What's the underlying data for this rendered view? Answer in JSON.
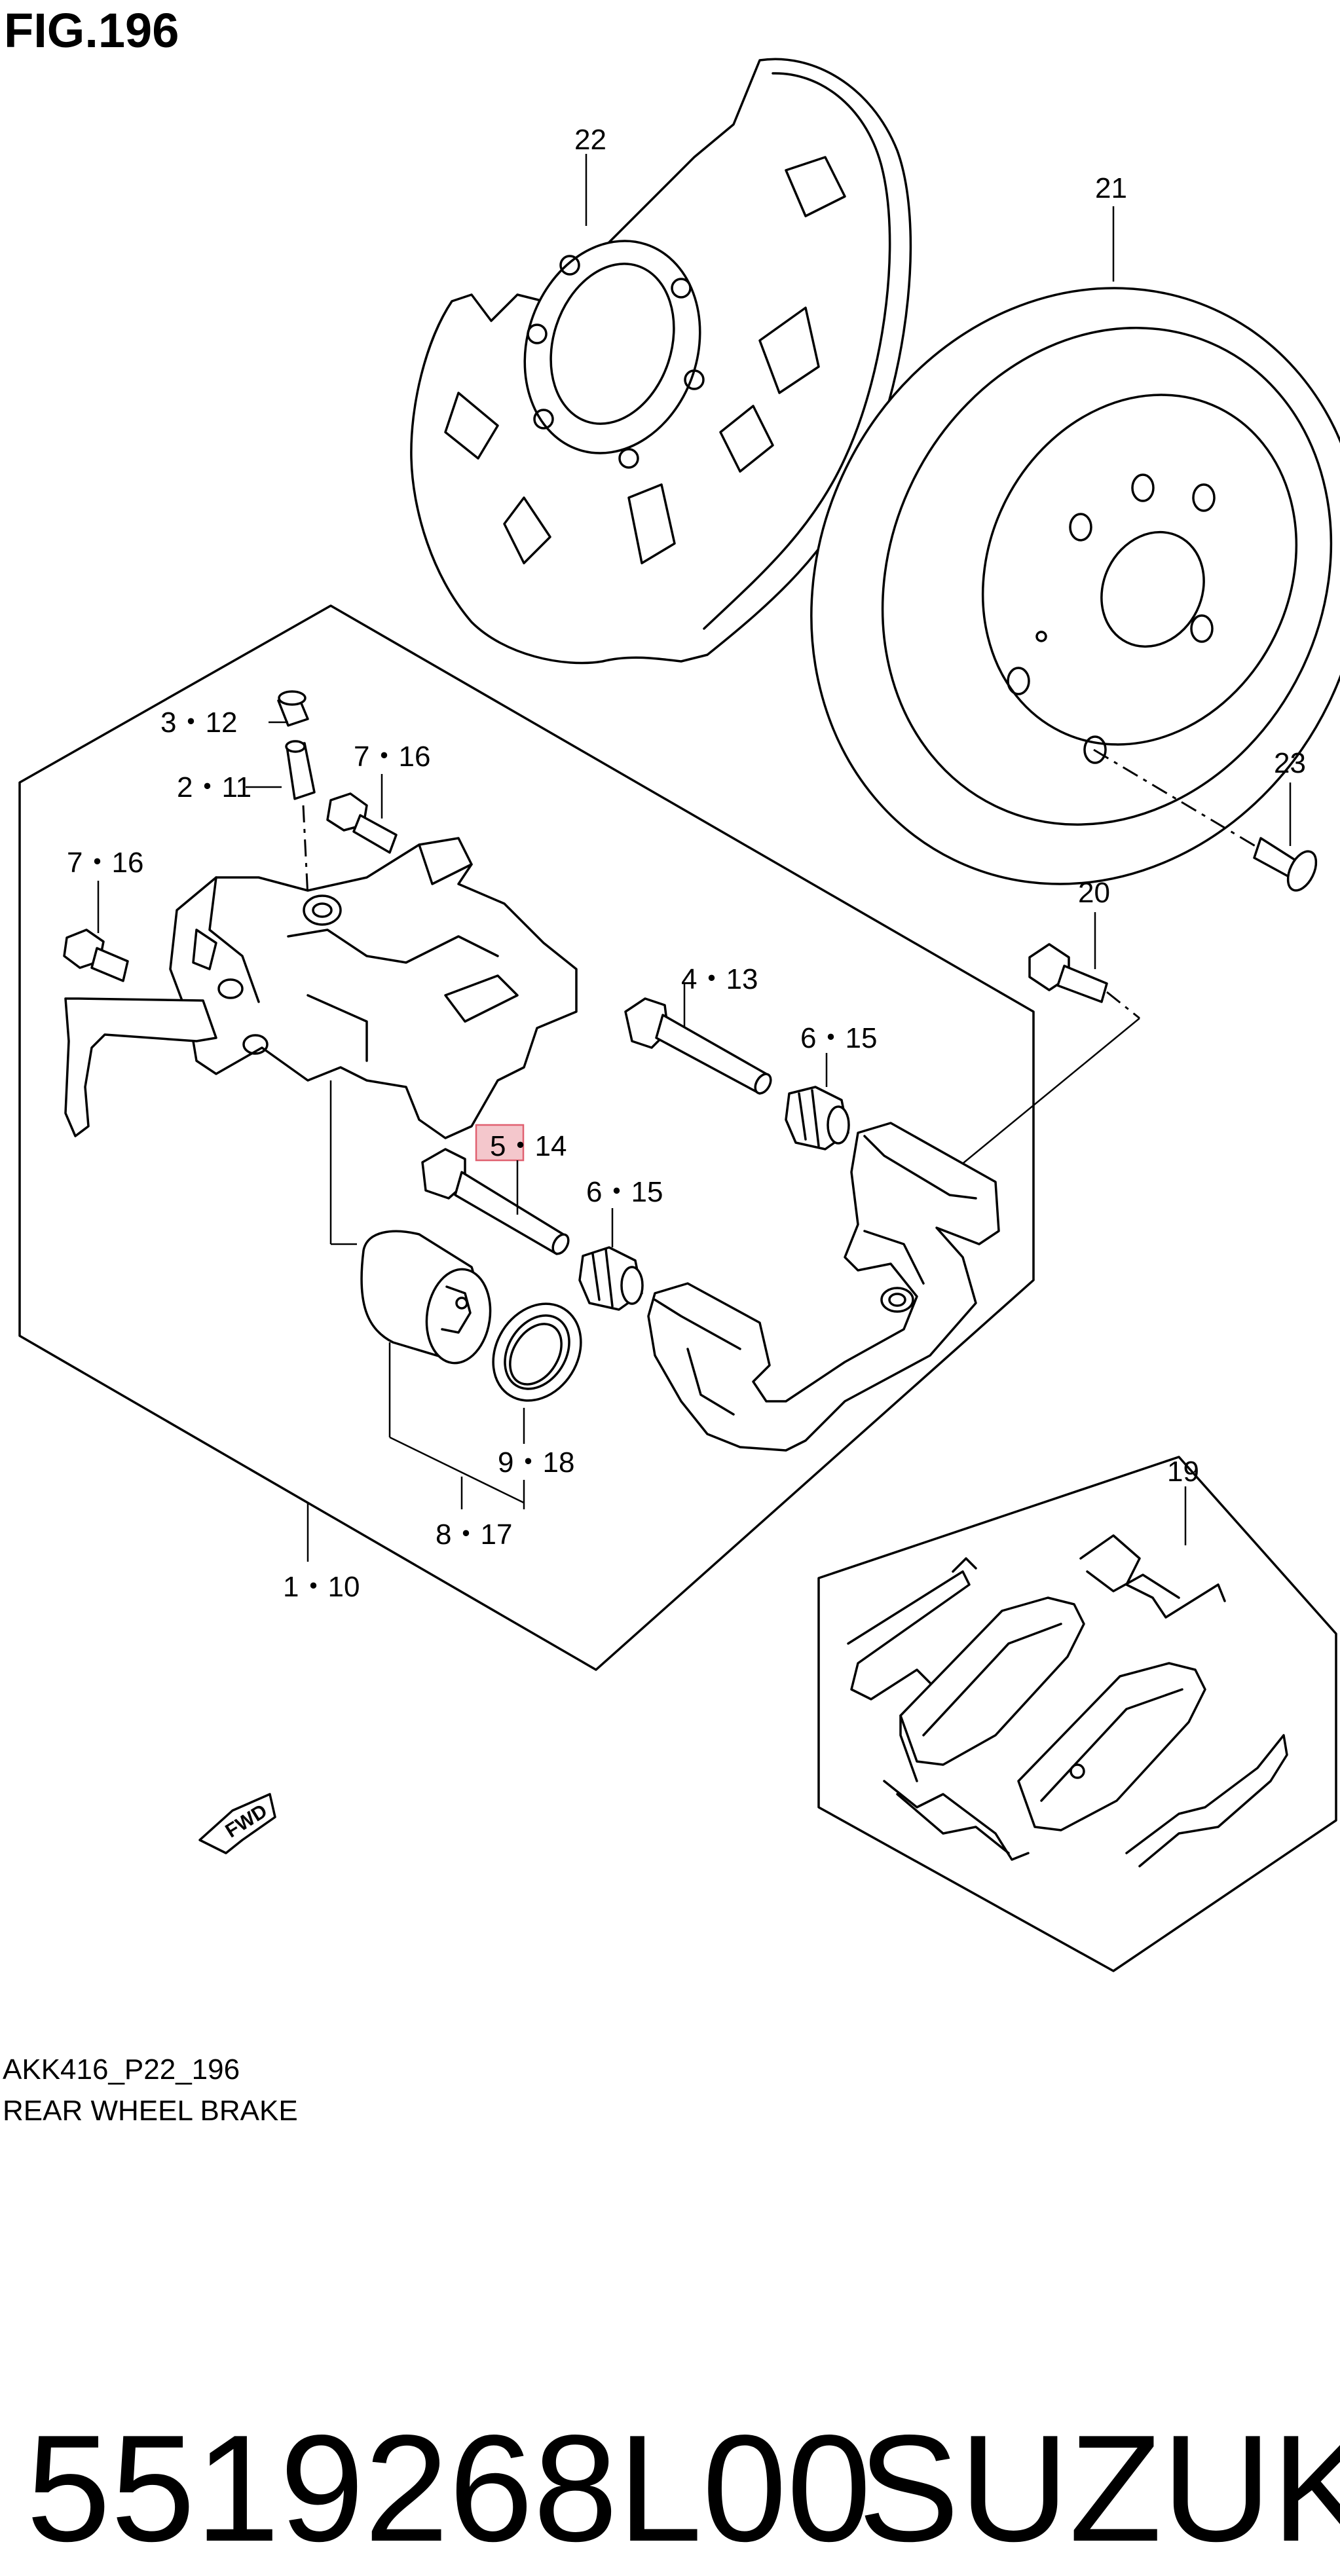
{
  "figure": {
    "title": "FIG.196",
    "code": "AKK416_P22_196",
    "caption": "REAR WHEEL BRAKE"
  },
  "callouts": {
    "c22": "22",
    "c21": "21",
    "c23": "23",
    "c20": "20",
    "c3_12": "3・12",
    "c2_11": "2・11",
    "c7_16a": "7・16",
    "c7_16b": "7・16",
    "c4_13": "4・13",
    "c6_15a": "6・15",
    "c5_14": "5・14",
    "c6_15b": "6・15",
    "c9_18": "9・18",
    "c8_17": "8・17",
    "c1_10": "1・10",
    "c19": "19"
  },
  "fwd_label": "FWD",
  "highlight_color": "#f4c7cc",
  "highlight_border": "#e06070",
  "part_number": "5519268L00",
  "brand": "SUZUKI"
}
